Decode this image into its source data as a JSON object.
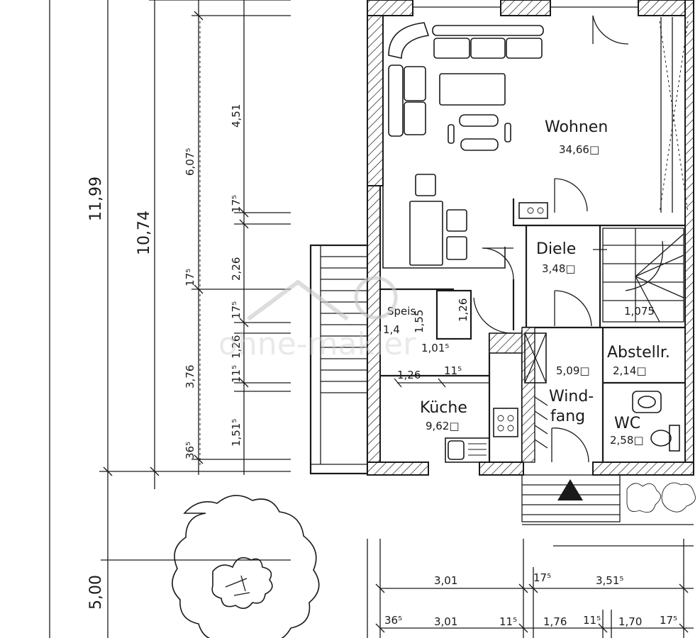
{
  "rooms": {
    "wohnen": {
      "name": "Wohnen",
      "area": "34,66□"
    },
    "diele": {
      "name": "Diele",
      "area": "3,48□"
    },
    "speis": {
      "name": "Speis",
      "area": "1,4"
    },
    "kueche": {
      "name": "Küche",
      "area": "9,62□"
    },
    "windfang": {
      "name_1": "Wind-",
      "name_2": "fang",
      "area": "5,09□"
    },
    "abstellr": {
      "name": "Abstellr.",
      "area": "2,14□"
    },
    "wc": {
      "name": "WC",
      "area": "2,58□"
    }
  },
  "vertical_dimensions": {
    "total": "11,99",
    "inner": "10,74",
    "d_6075": "6,07⁵",
    "d_451": "4,51",
    "d_175a": "17⁵",
    "d_175b": "17⁵",
    "d_226": "2,26",
    "d_175c": "17⁵",
    "d_126v": "1,26",
    "d_376": "3,76",
    "d_115v": "11⁵",
    "d_1515": "1,51⁵",
    "d_365v": "36⁵",
    "d_126speis": "1,26",
    "d_155": "1,55",
    "d_1015": "1,01⁵",
    "garden": "5,00"
  },
  "horizontal_dimensions": {
    "speis_w": "1,26",
    "speis_wall": "11⁵",
    "row1_301": "3,01",
    "row1_175": "17⁵",
    "row1_3515": "3,51⁵",
    "row2_365": "36⁵",
    "row2_301": "3,01",
    "row2_115": "11⁵",
    "row2_176": "1,76",
    "row2_115b": "11⁵",
    "row2_170": "1,70",
    "row2_175": "17⁵"
  },
  "stair_label": "1,075",
  "watermark": "ohne-makler"
}
